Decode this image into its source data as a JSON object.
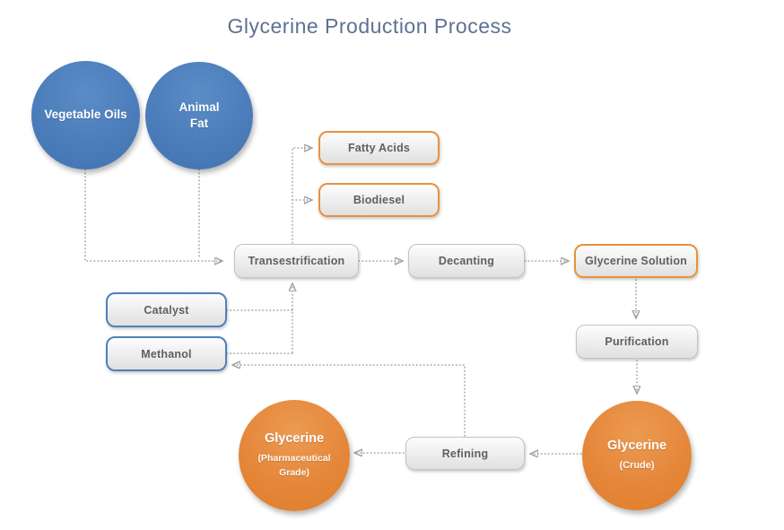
{
  "title": "Glycerine Production Process",
  "colors": {
    "accent_blue": "#4a7cba",
    "accent_orange": "#e5873a",
    "border_orange": "#e8913e",
    "border_blue": "#4f81bd",
    "box_border_gray": "#c3c3c3",
    "box_text": "#5f6062",
    "title_color": "#5e7192",
    "connector_color": "#a2a2a2",
    "arrow_color": "#7c7c7c"
  },
  "nodes": {
    "vegetable_oils": {
      "label": "Vegetable Oils",
      "shape": "circle",
      "color": "blue"
    },
    "animal_fat": {
      "label": "Animal Fat",
      "shape": "circle",
      "color": "blue"
    },
    "fatty_acids": {
      "label": "Fatty Acids",
      "shape": "box",
      "border": "orange"
    },
    "biodiesel": {
      "label": "Biodiesel",
      "shape": "box",
      "border": "orange"
    },
    "transestrification": {
      "label": "Transestrification",
      "shape": "box",
      "border": "gray"
    },
    "decanting": {
      "label": "Decanting",
      "shape": "box",
      "border": "gray"
    },
    "glycerine_solution": {
      "label": "Glycerine Solution",
      "shape": "box",
      "border": "orange"
    },
    "purification": {
      "label": "Purification",
      "shape": "box",
      "border": "gray"
    },
    "catalyst": {
      "label": "Catalyst",
      "shape": "box",
      "border": "blue"
    },
    "methanol": {
      "label": "Methanol",
      "shape": "box",
      "border": "blue"
    },
    "refining": {
      "label": "Refining",
      "shape": "box",
      "border": "gray"
    },
    "glycerine_crude": {
      "label": "Glycerine",
      "sublabel": "(Crude)",
      "shape": "circle",
      "color": "orange"
    },
    "glycerine_pharma": {
      "label": "Glycerine",
      "sublabel": "(Pharmaceutical Grade)",
      "shape": "circle",
      "color": "orange"
    }
  },
  "edges": [
    {
      "from": "vegetable_oils",
      "to": "transestrification"
    },
    {
      "from": "animal_fat",
      "to": "transestrification"
    },
    {
      "from": "transestrification",
      "to": "fatty_acids"
    },
    {
      "from": "transestrification",
      "to": "biodiesel"
    },
    {
      "from": "transestrification",
      "to": "decanting"
    },
    {
      "from": "decanting",
      "to": "glycerine_solution"
    },
    {
      "from": "glycerine_solution",
      "to": "purification"
    },
    {
      "from": "purification",
      "to": "glycerine_crude"
    },
    {
      "from": "glycerine_crude",
      "to": "refining"
    },
    {
      "from": "refining",
      "to": "glycerine_pharma"
    },
    {
      "from": "catalyst",
      "to": "transestrification"
    },
    {
      "from": "methanol",
      "to": "transestrification"
    },
    {
      "from": "refining",
      "to": "methanol"
    }
  ]
}
